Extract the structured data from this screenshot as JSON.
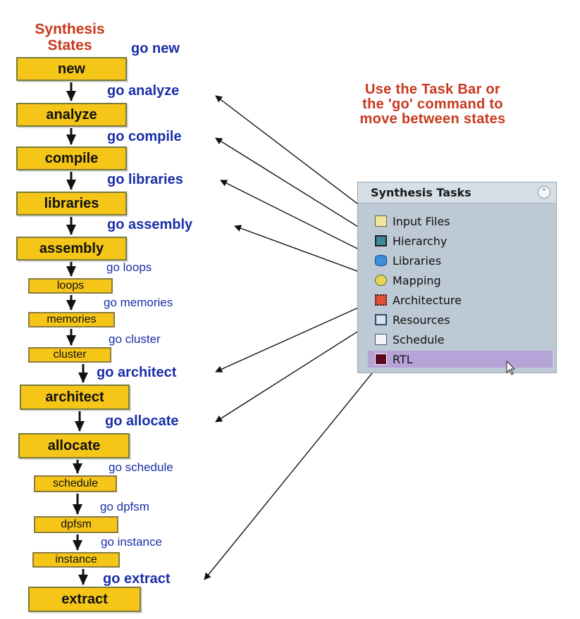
{
  "heading": {
    "line1": "Synthesis",
    "line2": "States"
  },
  "note": {
    "line1": "Use the Task Bar or",
    "line2": "the 'go' command to",
    "line3": "move between states"
  },
  "states": [
    {
      "label": "new",
      "size": "big"
    },
    {
      "label": "analyze",
      "size": "big"
    },
    {
      "label": "compile",
      "size": "big"
    },
    {
      "label": "libraries",
      "size": "big"
    },
    {
      "label": "assembly",
      "size": "big"
    },
    {
      "label": "loops",
      "size": "small"
    },
    {
      "label": "memories",
      "size": "small"
    },
    {
      "label": "cluster",
      "size": "small"
    },
    {
      "label": "architect",
      "size": "big"
    },
    {
      "label": "allocate",
      "size": "big"
    },
    {
      "label": "schedule",
      "size": "small"
    },
    {
      "label": "dpfsm",
      "size": "small"
    },
    {
      "label": "instance",
      "size": "small"
    },
    {
      "label": "extract",
      "size": "big"
    }
  ],
  "commands": [
    {
      "label": "go new",
      "size": "big"
    },
    {
      "label": "go analyze",
      "size": "big"
    },
    {
      "label": "go compile",
      "size": "big"
    },
    {
      "label": "go libraries",
      "size": "big"
    },
    {
      "label": "go assembly",
      "size": "big"
    },
    {
      "label": "go loops",
      "size": "small"
    },
    {
      "label": "go memories",
      "size": "small"
    },
    {
      "label": "go cluster",
      "size": "small"
    },
    {
      "label": "go architect",
      "size": "big"
    },
    {
      "label": "go allocate",
      "size": "big"
    },
    {
      "label": "go schedule",
      "size": "small"
    },
    {
      "label": "go dpfsm",
      "size": "small"
    },
    {
      "label": "go instance",
      "size": "small"
    },
    {
      "label": "go extract",
      "size": "big"
    }
  ],
  "panel": {
    "title": "Synthesis Tasks",
    "collapse_glyph": "⌃",
    "items": [
      {
        "label": "Input Files",
        "icon": "input-files-icon"
      },
      {
        "label": "Hierarchy",
        "icon": "hierarchy-icon"
      },
      {
        "label": "Libraries",
        "icon": "libraries-icon"
      },
      {
        "label": "Mapping",
        "icon": "mapping-icon"
      },
      {
        "label": "Architecture",
        "icon": "architecture-icon"
      },
      {
        "label": "Resources",
        "icon": "resources-icon"
      },
      {
        "label": "Schedule",
        "icon": "schedule-icon"
      },
      {
        "label": "RTL",
        "icon": "rtl-icon",
        "selected": true
      }
    ]
  },
  "colors": {
    "state_fill": "#f5c518",
    "command_text": "#1a2fa8",
    "title_text": "#c8381c",
    "panel_bg": "#bdc9d4",
    "selected_row": "#b7a3d8"
  }
}
